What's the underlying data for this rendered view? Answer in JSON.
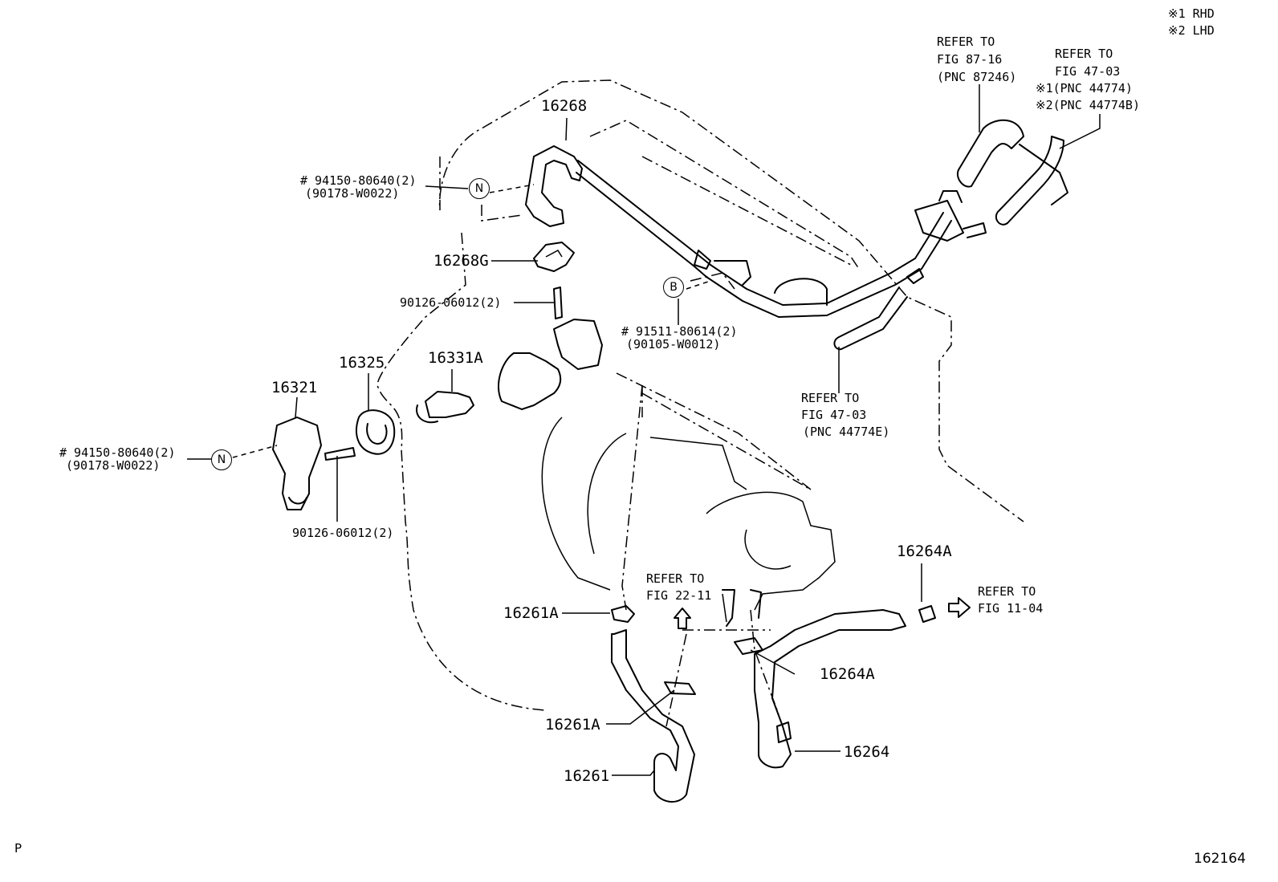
{
  "legend": {
    "line1": "※1 RHD",
    "line2": "※2 LHD"
  },
  "refs": {
    "r87": [
      "REFER TO",
      "FIG 87-16",
      "(PNC 87246)"
    ],
    "r47a": [
      "REFER TO",
      "FIG 47-03",
      "※1(PNC 44774)",
      "※2(PNC 44774B)"
    ],
    "r47e": [
      "REFER TO",
      "FIG 47-03",
      "(PNC 44774E)"
    ],
    "r22": [
      "REFER TO",
      "FIG 22-11"
    ],
    "r11": [
      "REFER TO",
      "FIG 11-04"
    ]
  },
  "parts": {
    "p16268": "16268",
    "p16268G": "16268G",
    "p16325": "16325",
    "p16331A": "16331A",
    "p16321": "16321",
    "p16264A_top": "16264A",
    "p16261A_top": "16261A",
    "p16261A_bot": "16261A",
    "p16264A_mid": "16264A",
    "p16264": "16264",
    "p16261": "16261",
    "bolt_top_1": "# 94150-80640(2)",
    "bolt_top_2": "(90178-W0022)",
    "stud_top": "90126-06012(2)",
    "bolt_b_1": "# 91511-80614(2)",
    "bolt_b_2": "(90105-W0012)",
    "bolt_left_1": "# 94150-80640(2)",
    "bolt_left_2": "(90178-W0022)",
    "stud_left": "90126-06012(2)"
  },
  "marks": {
    "n_top": "N",
    "n_left": "N",
    "b": "B"
  },
  "footer": {
    "corner": "P",
    "figure_number": "162164"
  }
}
